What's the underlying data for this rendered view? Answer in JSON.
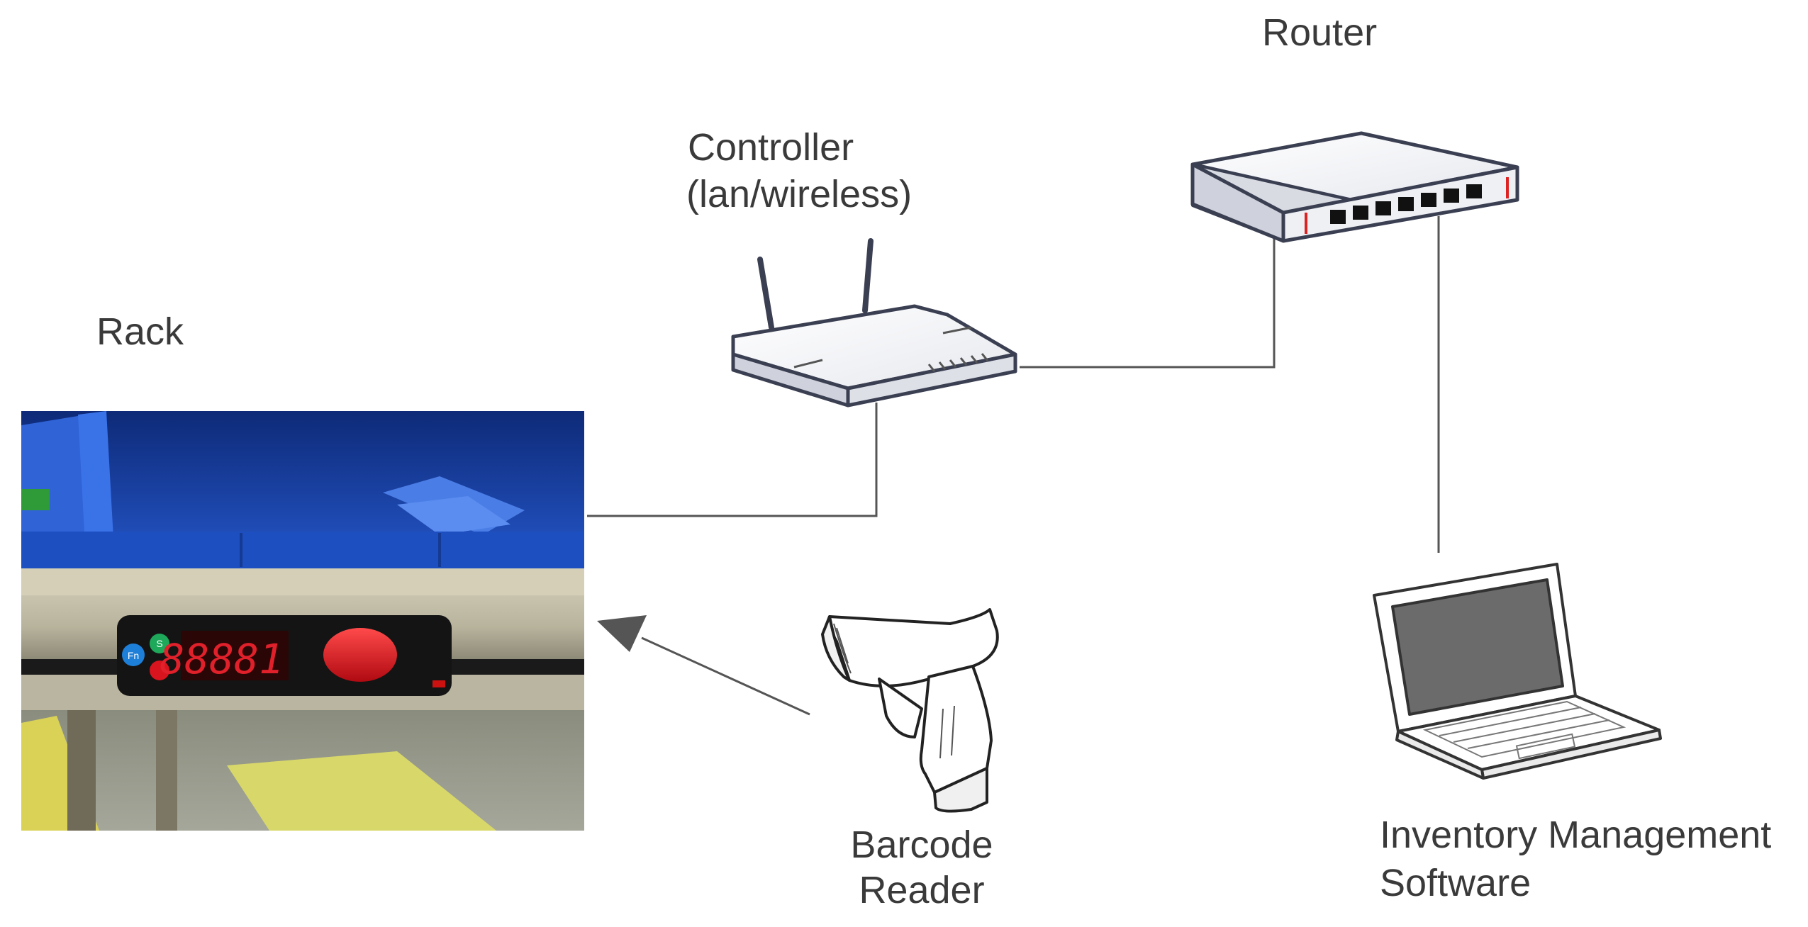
{
  "labels": {
    "router": "Router",
    "controller_line1": "Controller",
    "controller_line2": "(lan/wireless)",
    "rack": "Rack",
    "barcode_line1": "Barcode",
    "barcode_line2": "Reader",
    "ims_line1": "Inventory Management",
    "ims_line2": "Software"
  },
  "pick_display": {
    "digits": "88881",
    "buttons": [
      "Fn",
      "S"
    ]
  },
  "colors": {
    "text": "#3a3a3a",
    "connector": "#555555",
    "bin_blue": "#1d4fb8",
    "display_red": "#e0202a",
    "button_red": "#d8141e",
    "router_port": "#111111",
    "laptop_screen": "#6b6b6b"
  }
}
